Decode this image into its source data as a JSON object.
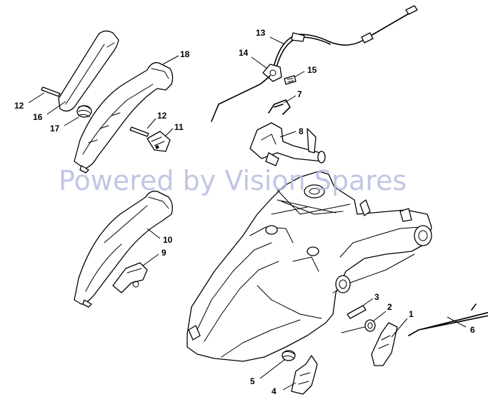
{
  "watermark": "Powered by Vision Spares",
  "callouts": [
    {
      "id": "1",
      "label": "1"
    },
    {
      "id": "2",
      "label": "2"
    },
    {
      "id": "3",
      "label": "3"
    },
    {
      "id": "4",
      "label": "4"
    },
    {
      "id": "5",
      "label": "5"
    },
    {
      "id": "6",
      "label": "6"
    },
    {
      "id": "7",
      "label": "7"
    },
    {
      "id": "8",
      "label": "8"
    },
    {
      "id": "9",
      "label": "9"
    },
    {
      "id": "10",
      "label": "10"
    },
    {
      "id": "11",
      "label": "11"
    },
    {
      "id": "12a",
      "label": "12"
    },
    {
      "id": "12b",
      "label": "12"
    },
    {
      "id": "13",
      "label": "13"
    },
    {
      "id": "14",
      "label": "14"
    },
    {
      "id": "15",
      "label": "15"
    },
    {
      "id": "16",
      "label": "16"
    },
    {
      "id": "17",
      "label": "17"
    },
    {
      "id": "18",
      "label": "18"
    }
  ]
}
